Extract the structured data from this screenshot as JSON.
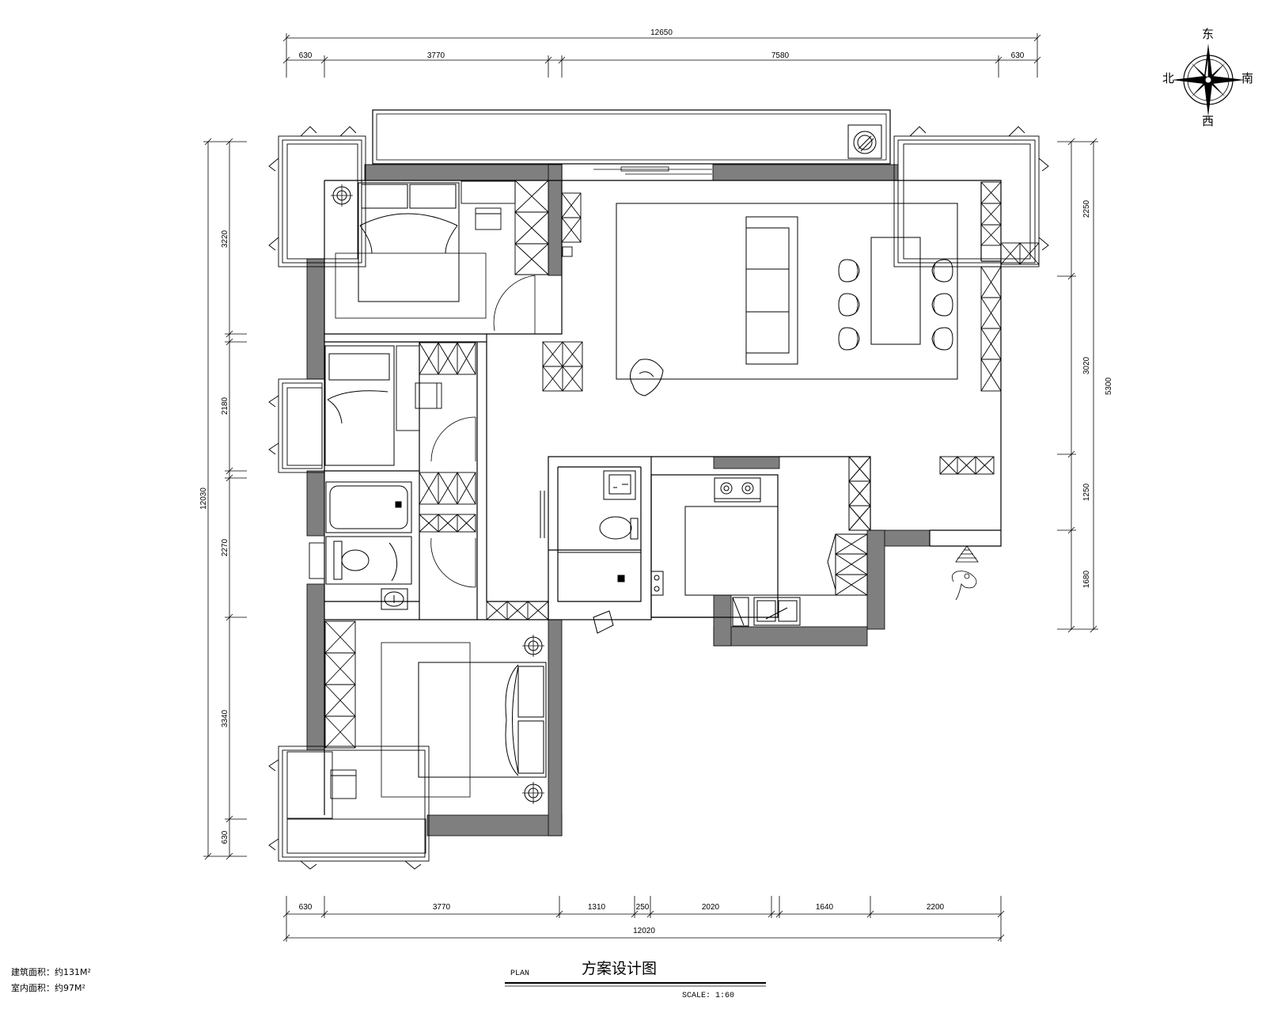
{
  "dimensions": {
    "top_total": "12650",
    "top_segments": [
      "630",
      "3770",
      "7580",
      "630"
    ],
    "bottom_segments": [
      "630",
      "3770",
      "1310",
      "250",
      "2020",
      "1640",
      "2200"
    ],
    "bottom_total": "12020",
    "left_segments": [
      "3220",
      "2180",
      "2270",
      "3340",
      "630"
    ],
    "left_total": "12030",
    "right_segments": [
      "2250",
      "3020",
      "1250",
      "1680"
    ],
    "right_total": "5300"
  },
  "compass": {
    "east": "东",
    "north": "北",
    "south": "南",
    "west": "西"
  },
  "title_block": {
    "plan_label": "PLAN",
    "title": "方案设计图",
    "scale": "SCALE: 1:60"
  },
  "area_info": {
    "building_area": "建筑面积：约131M²",
    "interior_area": "室内面积：约97M²"
  },
  "colors": {
    "wall": "#7f7f7f",
    "line": "#000000",
    "background": "#ffffff"
  },
  "icons": [
    "compass-rose-icon",
    "entrance-arrow-icon",
    "washing-machine-icon",
    "stove-icon",
    "sink-icon",
    "toilet-icon",
    "bathtub-icon",
    "bed-icon",
    "sofa-icon",
    "dining-table-icon",
    "chair-icon",
    "wardrobe-icon",
    "lamp-icon"
  ]
}
